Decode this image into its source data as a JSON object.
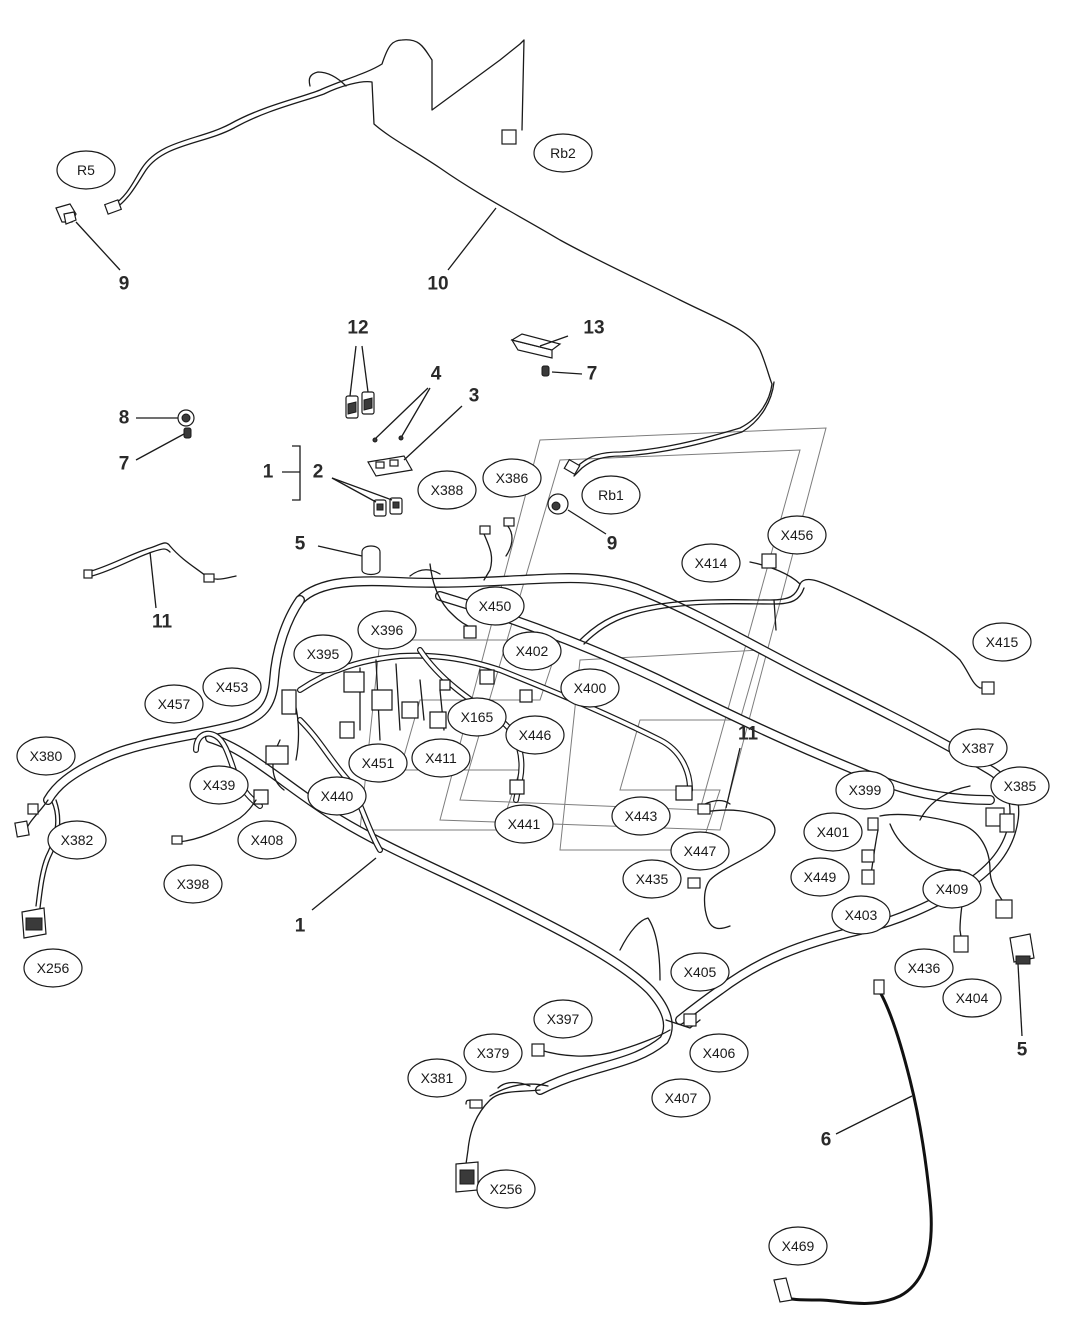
{
  "diagram": {
    "item_numbers": [
      {
        "id": "n9a",
        "label": "9"
      },
      {
        "id": "n10",
        "label": "10"
      },
      {
        "id": "n12",
        "label": "12"
      },
      {
        "id": "n13",
        "label": "13"
      },
      {
        "id": "n4",
        "label": "4"
      },
      {
        "id": "n3",
        "label": "3"
      },
      {
        "id": "n7a",
        "label": "7"
      },
      {
        "id": "n8",
        "label": "8"
      },
      {
        "id": "n7b",
        "label": "7"
      },
      {
        "id": "n1a",
        "label": "1"
      },
      {
        "id": "n2",
        "label": "2"
      },
      {
        "id": "n9b",
        "label": "9"
      },
      {
        "id": "n5a",
        "label": "5"
      },
      {
        "id": "n11a",
        "label": "11"
      },
      {
        "id": "n11b",
        "label": "11"
      },
      {
        "id": "n1b",
        "label": "1"
      },
      {
        "id": "n5b",
        "label": "5"
      },
      {
        "id": "n6",
        "label": "6"
      }
    ],
    "connector_labels": [
      {
        "id": "R5",
        "label": "R5"
      },
      {
        "id": "Rb2",
        "label": "Rb2"
      },
      {
        "id": "Rb1",
        "label": "Rb1"
      },
      {
        "id": "X388",
        "label": "X388"
      },
      {
        "id": "X386",
        "label": "X386"
      },
      {
        "id": "X456",
        "label": "X456"
      },
      {
        "id": "X414",
        "label": "X414"
      },
      {
        "id": "X450",
        "label": "X450"
      },
      {
        "id": "X396",
        "label": "X396"
      },
      {
        "id": "X415",
        "label": "X415"
      },
      {
        "id": "X395",
        "label": "X395"
      },
      {
        "id": "X402",
        "label": "X402"
      },
      {
        "id": "X453",
        "label": "X453"
      },
      {
        "id": "X400",
        "label": "X400"
      },
      {
        "id": "X457",
        "label": "X457"
      },
      {
        "id": "X165",
        "label": "X165"
      },
      {
        "id": "X446",
        "label": "X446"
      },
      {
        "id": "X380",
        "label": "X380"
      },
      {
        "id": "X387",
        "label": "X387"
      },
      {
        "id": "X451",
        "label": "X451"
      },
      {
        "id": "X411",
        "label": "X411"
      },
      {
        "id": "X439",
        "label": "X439"
      },
      {
        "id": "X385",
        "label": "X385"
      },
      {
        "id": "X399",
        "label": "X399"
      },
      {
        "id": "X440",
        "label": "X440"
      },
      {
        "id": "X443",
        "label": "X443"
      },
      {
        "id": "X441",
        "label": "X441"
      },
      {
        "id": "X382",
        "label": "X382"
      },
      {
        "id": "X408",
        "label": "X408"
      },
      {
        "id": "X401",
        "label": "X401"
      },
      {
        "id": "X447",
        "label": "X447"
      },
      {
        "id": "X398",
        "label": "X398"
      },
      {
        "id": "X449",
        "label": "X449"
      },
      {
        "id": "X435",
        "label": "X435"
      },
      {
        "id": "X409",
        "label": "X409"
      },
      {
        "id": "X403",
        "label": "X403"
      },
      {
        "id": "X256a",
        "label": "X256"
      },
      {
        "id": "X405",
        "label": "X405"
      },
      {
        "id": "X436",
        "label": "X436"
      },
      {
        "id": "X404",
        "label": "X404"
      },
      {
        "id": "X397",
        "label": "X397"
      },
      {
        "id": "X379",
        "label": "X379"
      },
      {
        "id": "X406",
        "label": "X406"
      },
      {
        "id": "X381",
        "label": "X381"
      },
      {
        "id": "X407",
        "label": "X407"
      },
      {
        "id": "X256b",
        "label": "X256"
      },
      {
        "id": "X469",
        "label": "X469"
      }
    ]
  }
}
